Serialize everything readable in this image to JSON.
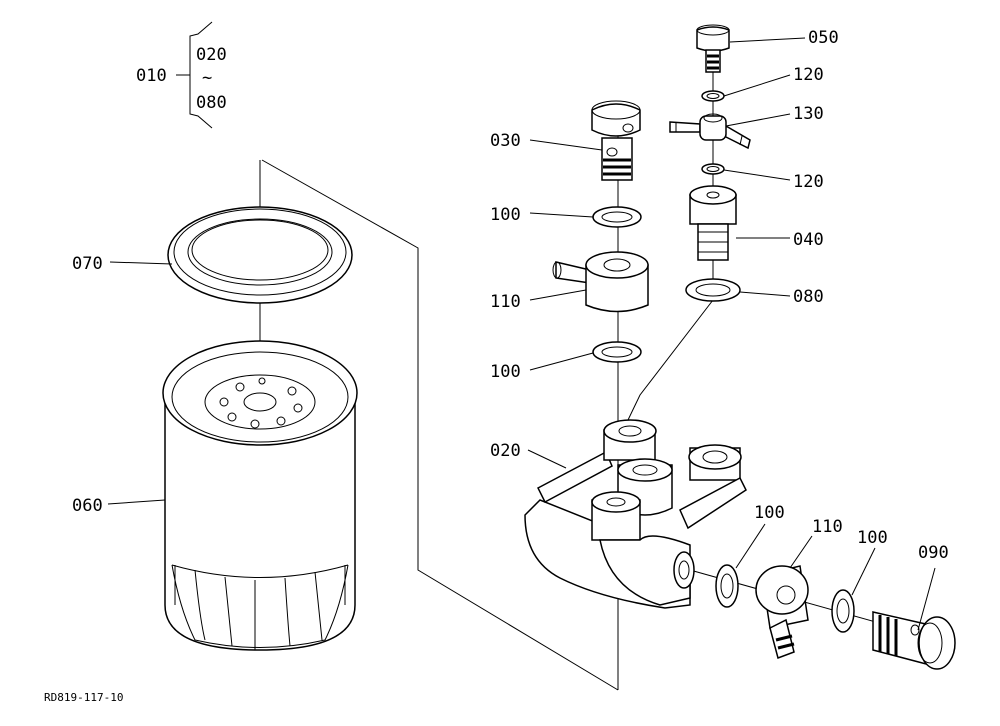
{
  "diagram": {
    "drawing_code": "RD819-117-10",
    "group_parent": "010",
    "group_range_start": "020",
    "group_range_tilde": "~",
    "group_range_end": "080",
    "labels": {
      "l050": "050",
      "l120a": "120",
      "l130": "130",
      "l120b": "120",
      "l030": "030",
      "l100a": "100",
      "l040": "040",
      "l070": "070",
      "l110a": "110",
      "l080": "080",
      "l100b": "100",
      "l020": "020",
      "l060": "060",
      "l100c": "100",
      "l110b": "110",
      "l100d": "100",
      "l090": "090"
    }
  }
}
